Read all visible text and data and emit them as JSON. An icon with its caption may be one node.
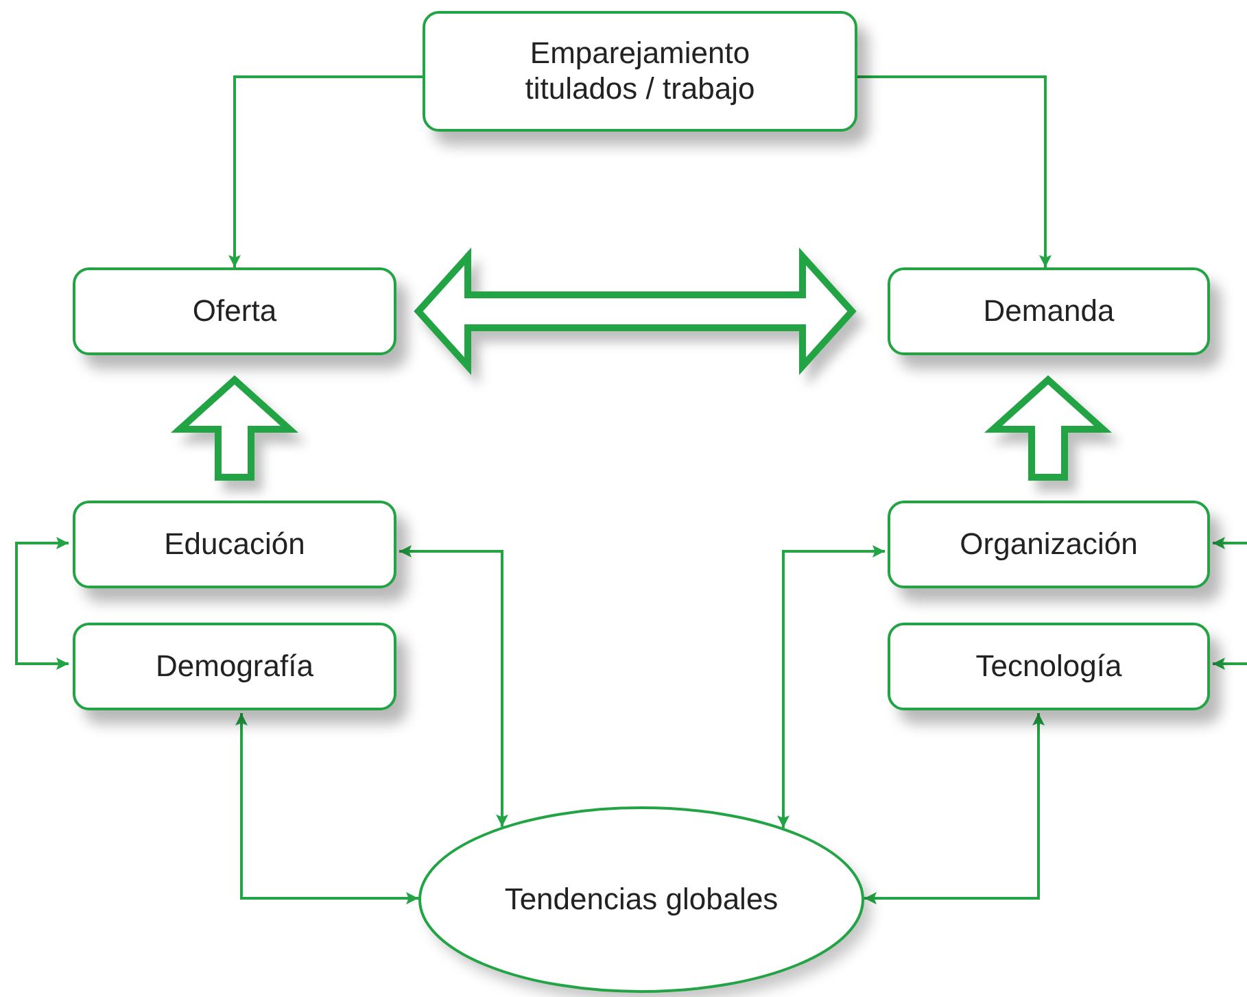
{
  "diagram": {
    "nodes": [
      {
        "text": [
          "Emparejamiento titulados / trabajo"
        ]
      },
      {
        "text": [
          "Oferta"
        ]
      },
      {
        "text": [
          "Demanda"
        ]
      },
      {
        "text": [
          "Educación"
        ]
      },
      {
        "text": [
          "Demografía"
        ]
      },
      {
        "text": [
          "Organización"
        ]
      },
      {
        "text": [
          "Tecnología"
        ]
      },
      {
        "text": [
          "Tendencias globales"
        ]
      }
    ],
    "edges": [
      {
        "from": 0,
        "to": 1,
        "arrow": "to"
      },
      {
        "from": 0,
        "to": 2,
        "arrow": "to"
      },
      {
        "from": 1,
        "to": 2,
        "arrow": "both",
        "style": "thick"
      },
      {
        "from": 3,
        "to": 1,
        "arrow": "to",
        "style": "thick"
      },
      {
        "from": 5,
        "to": 2,
        "arrow": "to",
        "style": "thick"
      },
      {
        "from": 3,
        "to": 4,
        "arrow": "both"
      },
      {
        "from": 3,
        "to": 7,
        "arrow": "both"
      },
      {
        "from": 4,
        "to": 7,
        "arrow": "both"
      },
      {
        "from": 5,
        "to": 7,
        "arrow": "both"
      },
      {
        "from": 6,
        "to": 7,
        "arrow": "both"
      },
      {
        "from": null,
        "to": 5,
        "arrow": "to"
      },
      {
        "from": null,
        "to": 6,
        "arrow": "to"
      }
    ]
  }
}
